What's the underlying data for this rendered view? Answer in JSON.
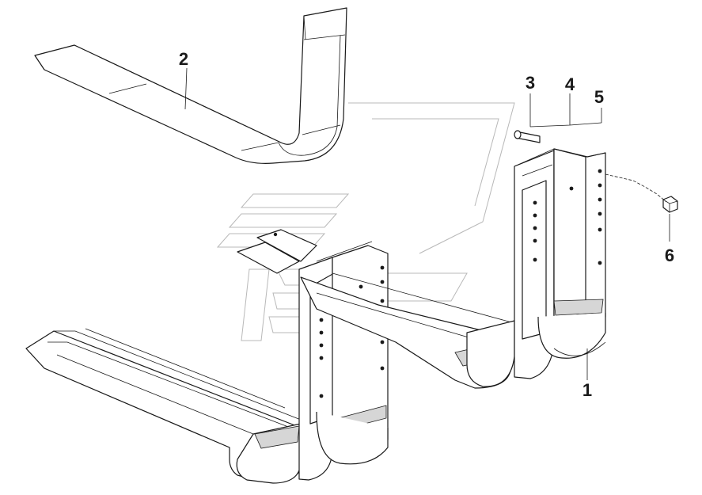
{
  "callouts": {
    "c1": "1",
    "c2": "2",
    "c3": "3",
    "c4": "4",
    "c5": "5",
    "c6": "6"
  },
  "colors": {
    "line": "#1a1a1a",
    "background": "#ffffff",
    "shade": "#d6d6d6",
    "watermark": "#9a9a9a"
  }
}
